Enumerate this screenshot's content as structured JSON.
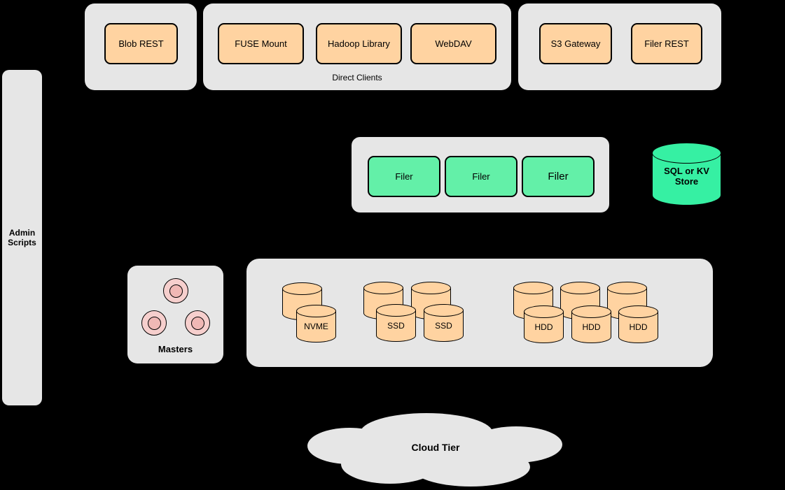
{
  "groups": {
    "blob": {
      "button": "Blob REST"
    },
    "direct_clients": {
      "label": "Direct Clients",
      "buttons": [
        "FUSE Mount",
        "Hadoop Library",
        "WebDAV"
      ]
    },
    "gateways": {
      "buttons": [
        "S3 Gateway",
        "Filer REST"
      ]
    },
    "admin": {
      "label": "Admin Scripts"
    },
    "filers": {
      "nodes": [
        "Filer",
        "Filer",
        "Filer"
      ]
    },
    "sql_store": {
      "label": "SQL or KV Store"
    },
    "masters": {
      "label": "Masters"
    },
    "volumes": {
      "disk_labels": [
        "NVME",
        "SSD",
        "SSD",
        "HDD",
        "HDD",
        "HDD"
      ]
    },
    "cloud": {
      "label": "Cloud Tier"
    }
  },
  "colors": {
    "background": "#000000",
    "panel_gray": "#e6e6e6",
    "orange_node": "#ffd3a1",
    "green_node": "#63f0a8",
    "green_cylinder": "#36f0a3",
    "pink_node": "#f6cfcd"
  }
}
